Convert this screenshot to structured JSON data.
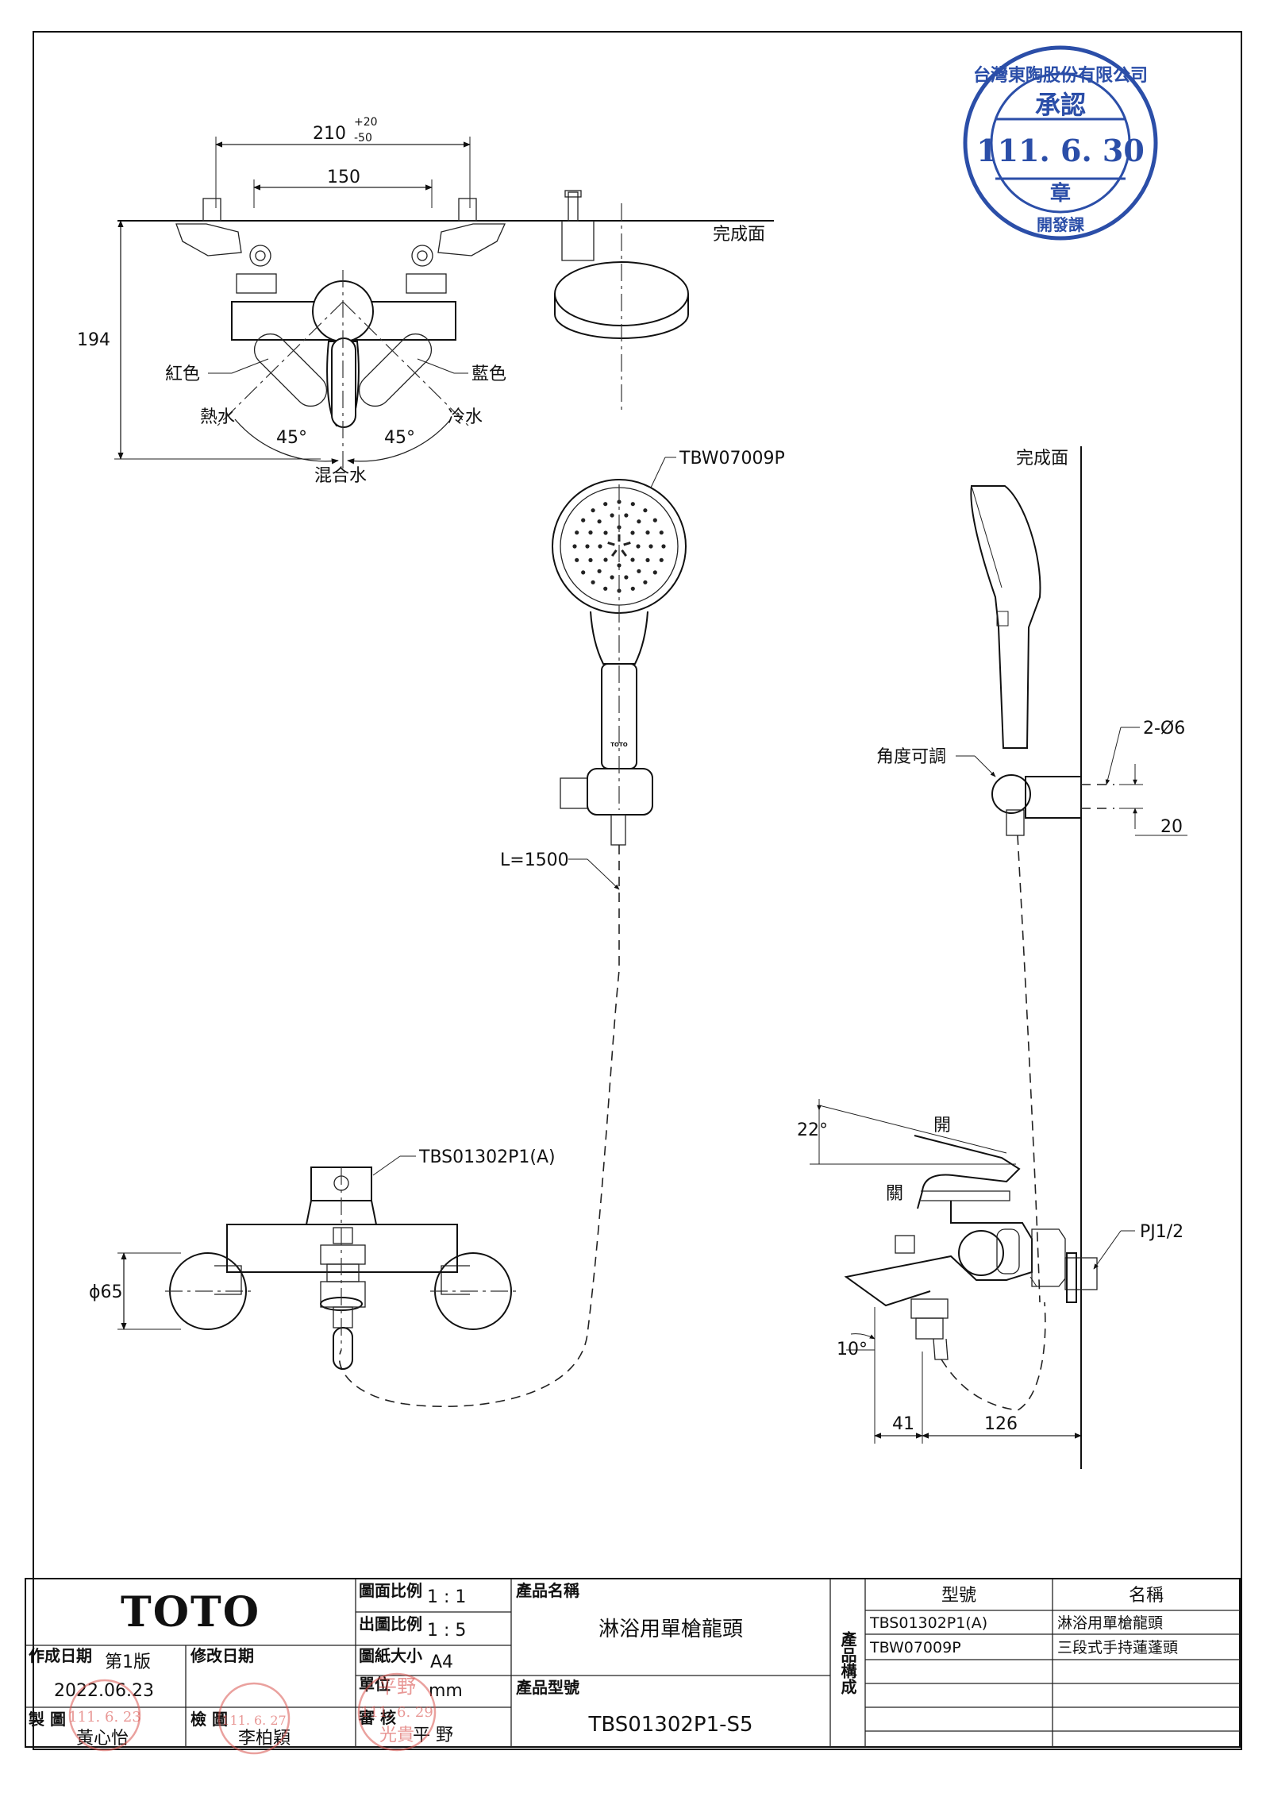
{
  "stamp": {
    "company": "台灣東陶股份有限公司",
    "title": "承認",
    "date": "111. 6. 30",
    "seal": "章",
    "dept": "開發課"
  },
  "front_view": {
    "width_dim": "210",
    "width_tol_plus": "+20",
    "width_tol_minus": "-50",
    "inner_dim": "150",
    "height_dim": "194",
    "finish_surface": "完成面",
    "red_label": "紅色",
    "blue_label": "藍色",
    "hot_label": "熱水",
    "cold_label": "冷水",
    "angle_left": "45°",
    "angle_right": "45°",
    "mix_label": "混合水"
  },
  "handshower": {
    "model": "TBW07009P",
    "brand_mark": "TOTO",
    "hose_length": "L=1500"
  },
  "side_view": {
    "finish_surface": "完成面",
    "adjustable": "角度可調",
    "screw": "2-Ø6",
    "spacing": "20"
  },
  "faucet_top": {
    "model": "TBS01302P1(A)",
    "dia": "ϕ65"
  },
  "faucet_side": {
    "angle_open": "22°",
    "open": "開",
    "close": "關",
    "thread": "PJ1/2",
    "angle_spout": "10°",
    "dim_a": "41",
    "dim_b": "126"
  },
  "title_block": {
    "logo": "TOTO",
    "scale_label": "圖面比例",
    "scale_value": "1 : 1",
    "print_scale_label": "出圖比例",
    "print_scale_value": "1 : 5",
    "paper_label": "圖紙大小",
    "paper_value": "A4",
    "unit_label": "單位",
    "unit_value": "mm",
    "product_name_label": "產品名稱",
    "product_name": "淋浴用單槍龍頭",
    "product_model_label": "產品型號",
    "product_model": "TBS01302P1-S5",
    "created_label": "作成日期",
    "version": "第1版",
    "created_date": "2022.06.23",
    "revised_label": "修改日期",
    "drawn_label": "製 圖",
    "drawn_by": "黃心怡",
    "drawn_stamp": "111. 6. 23",
    "checked_label": "檢 圖",
    "checked_by": "李柏穎",
    "checked_stamp": "111. 6. 27",
    "approved_label": "審 核",
    "approved_by": "平 野",
    "approved_stamp_top": "平野",
    "approved_stamp_date": "111. 6. 29",
    "approved_stamp_bottom": "光貴",
    "composition_label": "產品構成",
    "model_col": "型號",
    "name_col": "名稱",
    "components": [
      {
        "model": "TBS01302P1(A)",
        "name": "淋浴用單槍龍頭"
      },
      {
        "model": "TBW07009P",
        "name": "三段式手持蓮蓬頭"
      },
      {
        "model": "",
        "name": ""
      },
      {
        "model": "",
        "name": ""
      },
      {
        "model": "",
        "name": ""
      }
    ]
  }
}
